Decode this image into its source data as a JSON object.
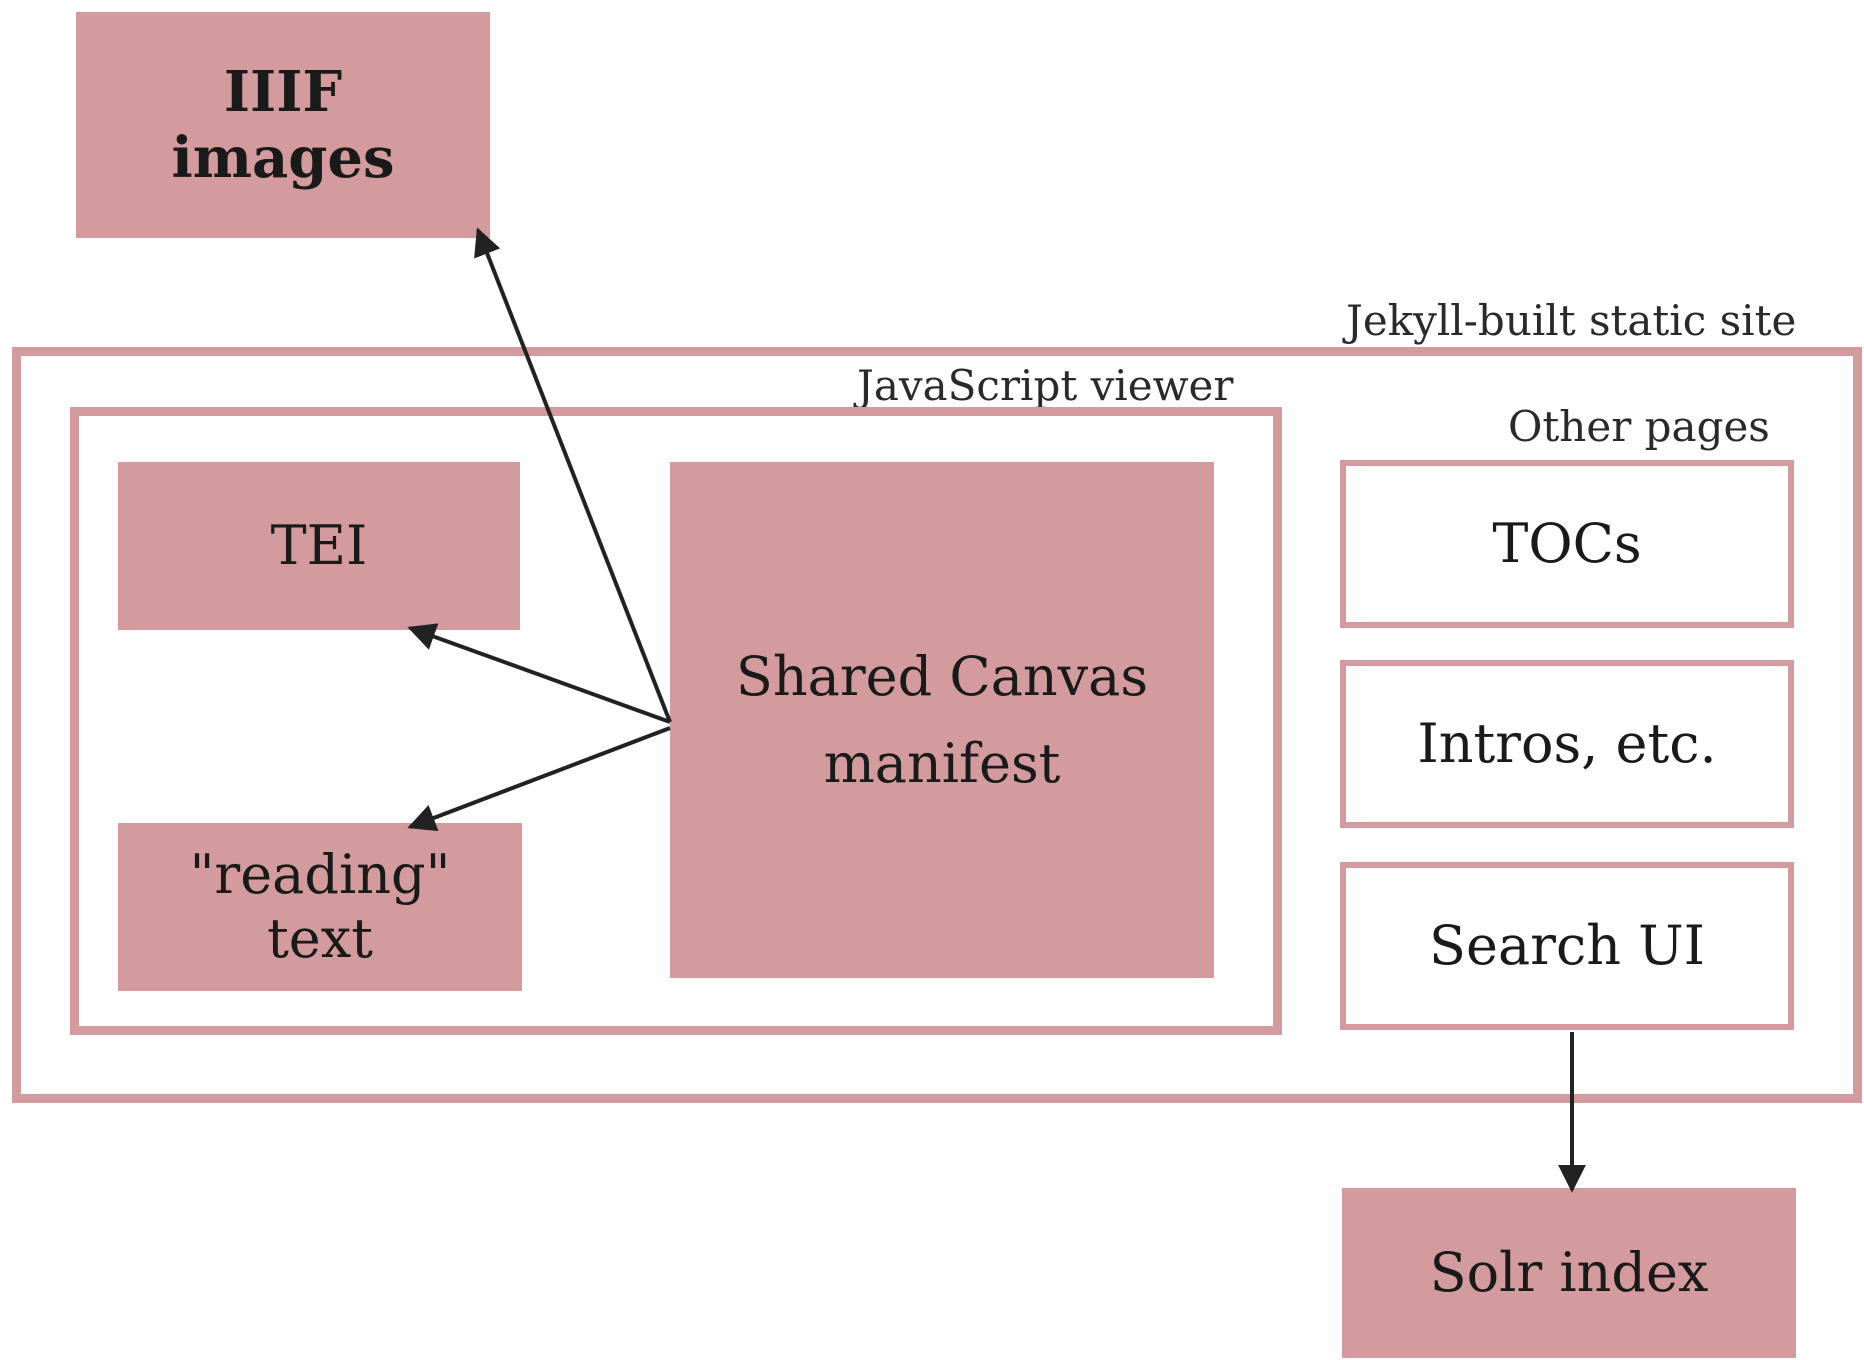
{
  "diagram": {
    "containers": {
      "jekyll_site": {
        "label": "Jekyll-built static site"
      },
      "javascript_viewer": {
        "label": "JavaScript viewer"
      },
      "other_pages": {
        "label": "Other pages"
      }
    },
    "nodes": {
      "iiif_images": {
        "label": "IIIF\nimages"
      },
      "tei": {
        "label": "TEI"
      },
      "reading_text": {
        "label": "\"reading\"\ntext"
      },
      "shared_canvas_manifest": {
        "label": "Shared Canvas\nmanifest"
      },
      "tocs": {
        "label": "TOCs"
      },
      "intros": {
        "label": "Intros, etc."
      },
      "search_ui": {
        "label": "Search UI"
      },
      "solr_index": {
        "label": "Solr index"
      }
    },
    "edges": [
      {
        "from": "shared_canvas_manifest",
        "to": "iiif_images"
      },
      {
        "from": "shared_canvas_manifest",
        "to": "tei"
      },
      {
        "from": "shared_canvas_manifest",
        "to": "reading_text"
      },
      {
        "from": "search_ui",
        "to": "solr_index"
      }
    ]
  },
  "colors": {
    "fill": "#d39b9e",
    "border": "#d39b9e",
    "arrow": "#222222"
  }
}
